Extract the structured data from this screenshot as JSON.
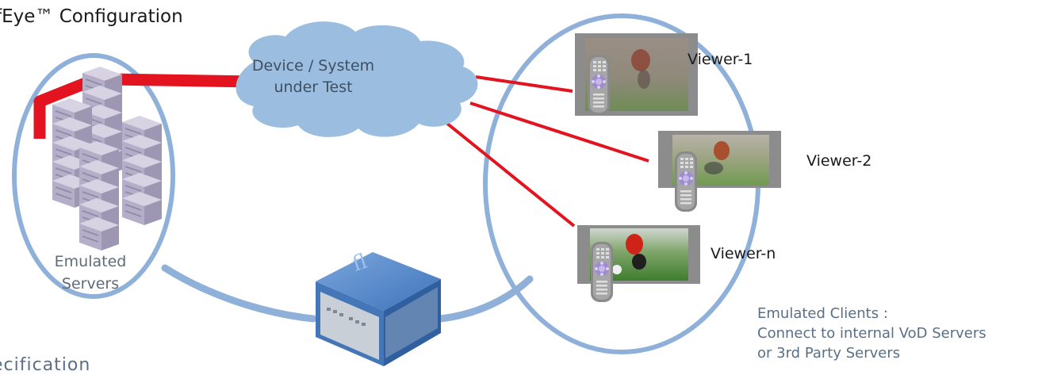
{
  "title": "fEye™ Configuration",
  "cloud": {
    "line1": "Device / System",
    "line2": "under Test"
  },
  "servers": {
    "line1": "Emulated",
    "line2": "Servers"
  },
  "viewers": [
    "Viewer-1",
    "Viewer-2",
    "Viewer-n"
  ],
  "clients": {
    "line1": "Emulated Clients :",
    "line2": "Connect to internal VoD Servers",
    "line3": "or 3rd Party Servers"
  },
  "footer_heading": "ecification",
  "colors": {
    "ring": "#8fb1d9",
    "cloud": "#9bbde0",
    "link": "#e3141f",
    "server": "#b9b4c9",
    "appliance": "#4b7fc2"
  },
  "icons": [
    "server-rack-icon",
    "remote-control-icon",
    "tv-screen-icon",
    "test-appliance-icon"
  ]
}
